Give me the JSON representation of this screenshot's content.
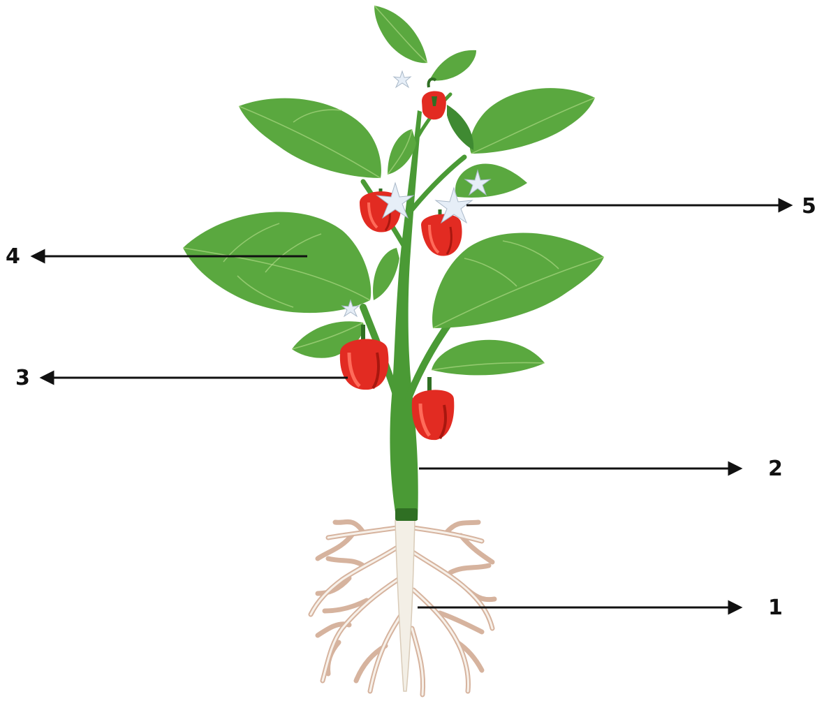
{
  "labels": {
    "root": "1",
    "stem": "2",
    "fruit": "3",
    "leaf": "4",
    "flower": "5"
  },
  "colors": {
    "leaf_dark": "#3f8a32",
    "leaf_mid": "#5aa83f",
    "leaf_light": "#7cc253",
    "leaf_vein": "#b7e08d",
    "stem": "#4a9a35",
    "stem_dark": "#2f6f23",
    "fruit": "#e22b22",
    "fruit_dark": "#a8170f",
    "fruit_light": "#ff6b5a",
    "flower": "#e6eef7",
    "root_outer": "#d6b39e",
    "root_inner": "#f7f1ea",
    "taproot": "#f3efe6",
    "arrow": "#111111"
  }
}
